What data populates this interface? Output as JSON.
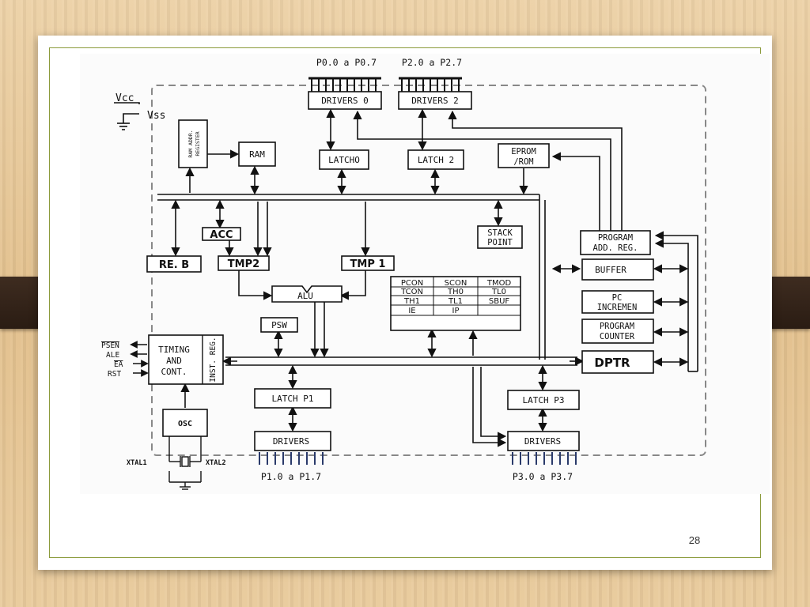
{
  "slide": {
    "number": "28"
  },
  "ports": {
    "p0": "P0.0 a P0.7",
    "p2": "P2.0 a P2.7",
    "p1": "P1.0 a P1.7",
    "p3": "P3.0 a P3.7"
  },
  "blocks": {
    "drivers0": "DRIVERS 0",
    "drivers2": "DRIVERS 2",
    "latch0": "LATCHO",
    "latch2": "LATCH 2",
    "eprom_l1": "EPROM",
    "eprom_l2": "/ROM",
    "ram": "RAM",
    "ram_addr_l1": "RAM ADDR.",
    "ram_addr_l2": "REGISTER",
    "acc": "ACC",
    "reb": "RE. B",
    "tmp2": "TMP2",
    "tmp1": "TMP 1",
    "alu": "ALU",
    "psw": "PSW",
    "stack_l1": "STACK",
    "stack_l2": "POINT",
    "prog_add_l1": "PROGRAM",
    "prog_add_l2": "ADD. REG.",
    "buffer": "BUFFER",
    "pc_inc_l1": "PC",
    "pc_inc_l2": "INCREMEN",
    "prog_counter_l1": "PROGRAM",
    "prog_counter_l2": "COUNTER",
    "dptr": "DPTR",
    "timing_l1": "TIMING",
    "timing_l2": "AND",
    "timing_l3": "CONT.",
    "inst_reg": "INST. REG.",
    "osc": "OSC",
    "latch_p1": "LATCH P1",
    "drivers_p1": "DRIVERS",
    "latch_p3": "LATCH P3",
    "drivers_p3": "DRIVERS"
  },
  "sfr_table": [
    [
      "PCON",
      "SCON",
      "TMOD"
    ],
    [
      "TCON",
      "TH0",
      "TL0"
    ],
    [
      "TH1",
      "TL1",
      "SBUF"
    ],
    [
      "IE",
      "IP",
      ""
    ]
  ],
  "power": {
    "vcc": "Vcc",
    "vss": "Vss"
  },
  "signals": {
    "psen": "PSEN",
    "ale": "ALE",
    "ea": "EA",
    "rst": "RST"
  },
  "crystal": {
    "xtal1": "XTAL1",
    "xtal2": "XTAL2"
  }
}
